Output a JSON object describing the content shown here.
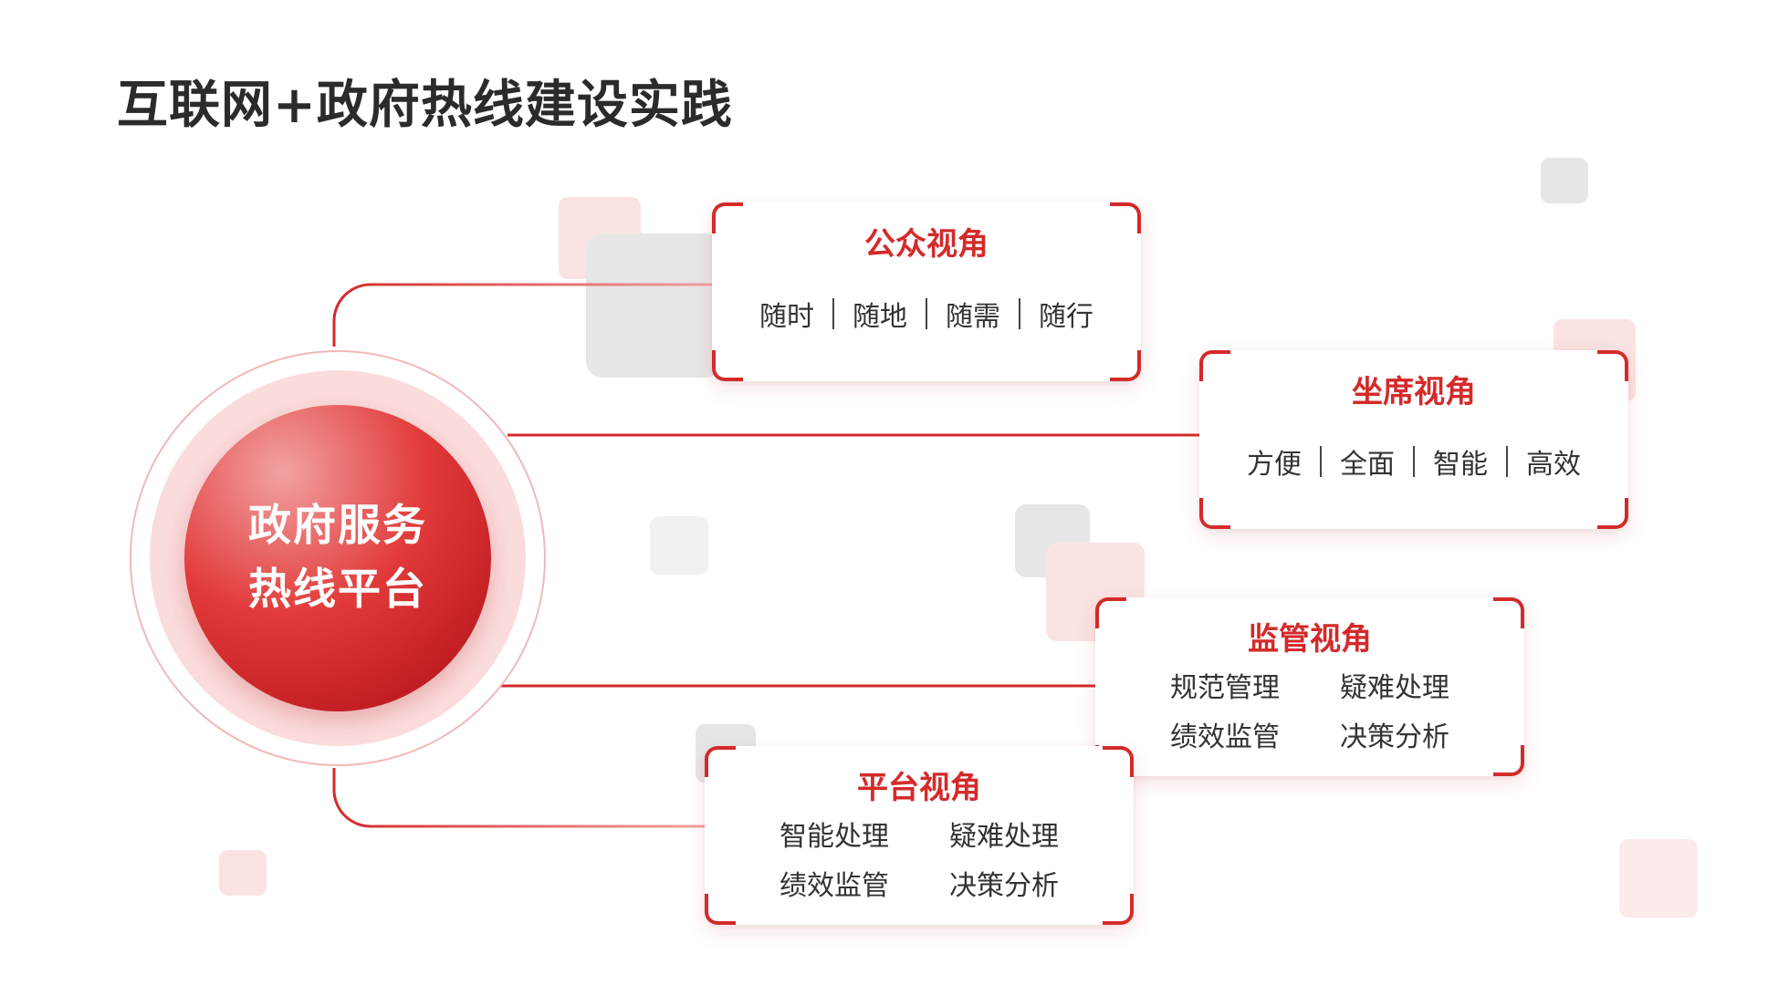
{
  "title": "互联网+政府热线建设实践",
  "center": {
    "line1": "政府服务",
    "line2": "热线平台"
  },
  "colors": {
    "accent": "#d42a2a",
    "ring_light": "#fbdcdc",
    "deco_gray": "#e6e6e6",
    "deco_pink": "#fbe3e3"
  },
  "cards": {
    "public": {
      "title": "公众视角",
      "items": [
        "随时",
        "随地",
        "随需",
        "随行"
      ]
    },
    "agent": {
      "title": "坐席视角",
      "items": [
        "方便",
        "全面",
        "智能",
        "高效"
      ]
    },
    "supervise": {
      "title": "监管视角",
      "items": [
        "规范管理",
        "疑难处理",
        "绩效监管",
        "决策分析"
      ]
    },
    "platform": {
      "title": "平台视角",
      "items": [
        "智能处理",
        "疑难处理",
        "绩效监管",
        "决策分析"
      ]
    }
  }
}
